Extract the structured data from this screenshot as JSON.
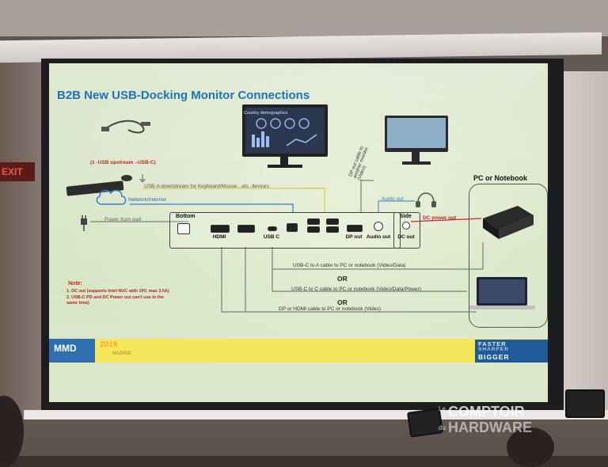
{
  "slide": {
    "title": "B2B New USB-Docking Monitor Connections",
    "usb_cable_label": "(1 -USB upstream –USB-C)",
    "usb_a_down": "USB-A downstream for Keyboard/Mouse…etc. devices",
    "network": "Network/Internet",
    "power_wall": "Power from wall",
    "dp_out_cable": "DP out cable to another monitor (Video)",
    "audio_out": "Audio out",
    "dc_power_out": "DC power out",
    "pc_notebook": "PC or Notebook",
    "bottom": "Bottom",
    "side": "Side",
    "ports": {
      "hdmi": "HDMI",
      "usbc": "USB C",
      "dp_out": "DP out",
      "audio_out": "Audio out",
      "dc_out": "DC out"
    },
    "cables": {
      "c_to_a": "USB-C to A cable to PC or notebook (Video/Data)",
      "or1": "OR",
      "c_to_c": "USB-C to C cable to PC or notebook (Video/Data/Power)",
      "or2": "OR",
      "dp_hdmi": "DP or HDMI cable to PC or notebook (Video)"
    },
    "note": {
      "heading": "Note:",
      "line1": "1.   DC out (supports Intel NUC with 19V, max 3.5A)",
      "line2": "2.   USB-C PD and DC Power out can't use in the",
      "line3": "      same time)"
    },
    "monitor_screen_title": "Country demographics",
    "footer": {
      "brand": "MMD",
      "year": "2019",
      "city": "MADRID",
      "faster": "FASTER",
      "sharper": "SHARPER",
      "bigger": "BIGGER"
    }
  },
  "room": {
    "exit_sign": "EXIT"
  },
  "watermark": {
    "le": "Le",
    "comptoir": "COMPTOIR",
    "du": "du",
    "hardware": "HARDWARE"
  },
  "colors": {
    "title_blue": "#1d73b8",
    "line_yellow": "#d7c84a",
    "line_blue": "#3a7bc8",
    "line_red": "#c0262b",
    "line_gray": "#666666",
    "note_red": "#b02229"
  }
}
